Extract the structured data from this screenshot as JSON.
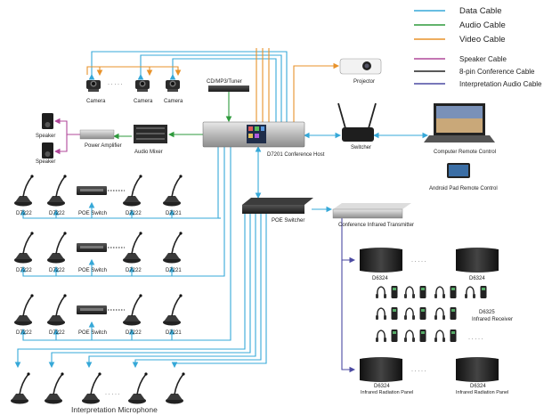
{
  "legend": {
    "data": {
      "label": "Data Cable",
      "color": "#36a8d8"
    },
    "audio": {
      "label": "Audio Cable",
      "color": "#2e9a3c"
    },
    "video": {
      "label": "Video Cable",
      "color": "#e8922a"
    },
    "speaker": {
      "label": "Speaker Cable",
      "color": "#b0489a"
    },
    "conf": {
      "label": "8-pin Conference Cable",
      "color": "#222222"
    },
    "interp": {
      "label": "Interpretation Audio Cable",
      "color": "#4b4aa2"
    }
  },
  "labels": {
    "camera1": "Camera",
    "camera2": "Camera",
    "camera3": "Camera",
    "tuner": "CD/MP3/Tuner",
    "projector": "Projector",
    "speaker1": "Speaker",
    "speaker2": "Speaker",
    "power_amp": "Power Amplifier",
    "audio_mixer": "Audio Mixer",
    "host": "D7201 Conference Host",
    "switcher": "Switcher",
    "computer": "Computer Remote Control",
    "pad": "Android Pad Remote Control",
    "poe_switcher": "POE Switcher",
    "ir_transmitter": "Conference Infrared Transmitter",
    "r1_a": "D7222",
    "r1_b": "D7222",
    "r1_sw": "POE Switch",
    "r1_c": "D7222",
    "r1_d": "D7221",
    "r2_a": "D7222",
    "r2_b": "D7222",
    "r2_sw": "POE Switch",
    "r2_c": "D7222",
    "r2_d": "D7221",
    "r3_a": "D7222",
    "r3_b": "D7222",
    "r3_sw": "POE Switch",
    "r3_c": "D7222",
    "r3_d": "D7221",
    "panel_tl": "D6324",
    "panel_tr": "D6324",
    "receiver_model": "D6325",
    "receiver_name": "Infrared Receiver",
    "panel_bl_model": "D6324",
    "panel_bl_name": "Infrared Radiation Panel",
    "panel_br_model": "D6324",
    "panel_br_name": "Infrared Radiation Panel",
    "interp_mic": "Interpretation Microphone",
    "dots": "· · · · ·"
  }
}
